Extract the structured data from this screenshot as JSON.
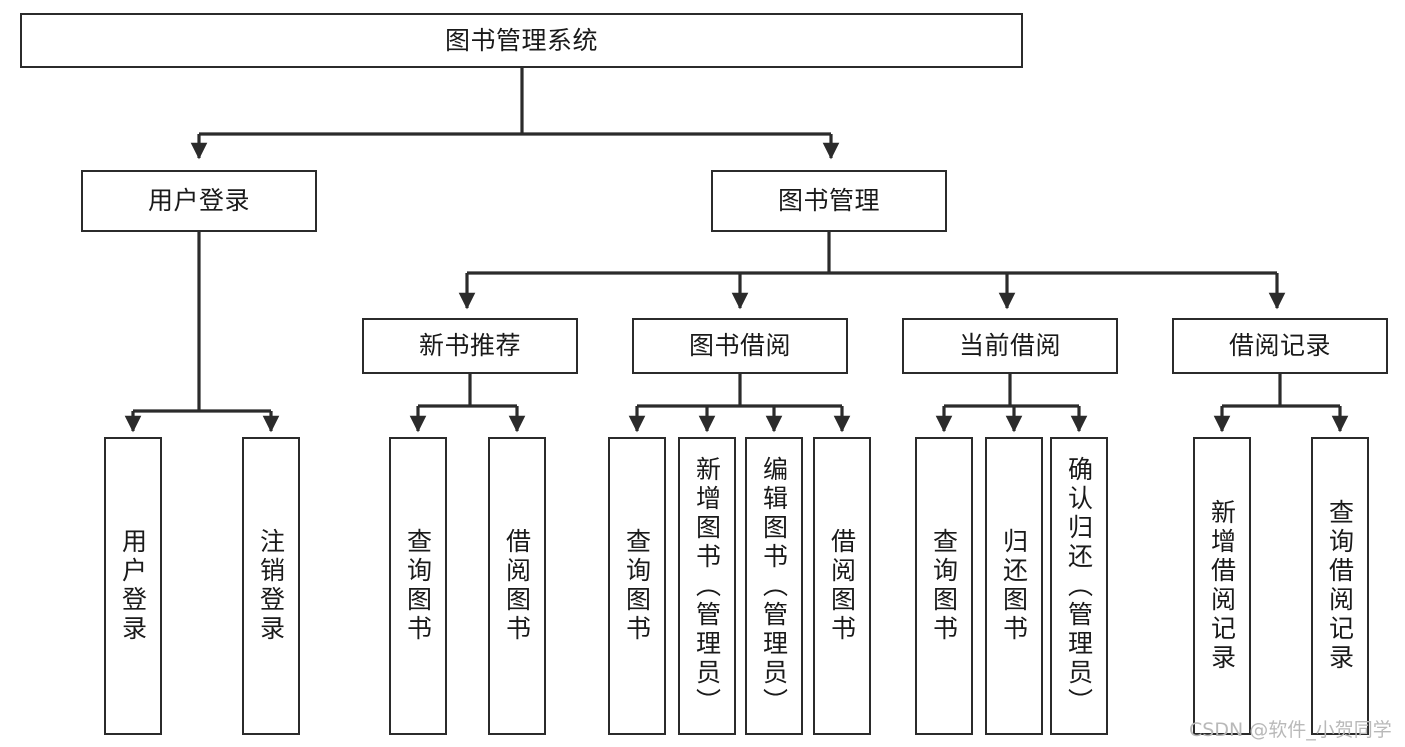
{
  "diagram": {
    "title": "图书管理系统",
    "type": "tree-hierarchy-diagram",
    "colors": {
      "box_border": "#2b2b2b",
      "box_fill": "#ffffff",
      "edge": "#2b2b2b",
      "text": "#1a1a1a",
      "watermark": "#b9b9b9",
      "background": "#ffffff"
    },
    "root": {
      "label": "图书管理系统"
    },
    "level2": [
      {
        "label": "用户登录"
      },
      {
        "label": "图书管理"
      }
    ],
    "level3": [
      {
        "label": "新书推荐"
      },
      {
        "label": "图书借阅"
      },
      {
        "label": "当前借阅"
      },
      {
        "label": "借阅记录"
      }
    ],
    "leaves": {
      "user_login": [
        {
          "label": "用户登录"
        },
        {
          "label": "注销登录"
        }
      ],
      "new_book_recommend": [
        {
          "label": "查询图书"
        },
        {
          "label": "借阅图书"
        }
      ],
      "book_borrow": [
        {
          "label": "查询图书"
        },
        {
          "label": "新增图书（管理员）"
        },
        {
          "label": "编辑图书（管理员）"
        },
        {
          "label": "借阅图书"
        }
      ],
      "current_borrow": [
        {
          "label": "查询图书"
        },
        {
          "label": "归还图书"
        },
        {
          "label": "确认归还（管理员）"
        }
      ],
      "borrow_record": [
        {
          "label": "新增借阅记录"
        },
        {
          "label": "查询借阅记录"
        }
      ]
    },
    "watermark": "CSDN @软件_小贺同学"
  }
}
